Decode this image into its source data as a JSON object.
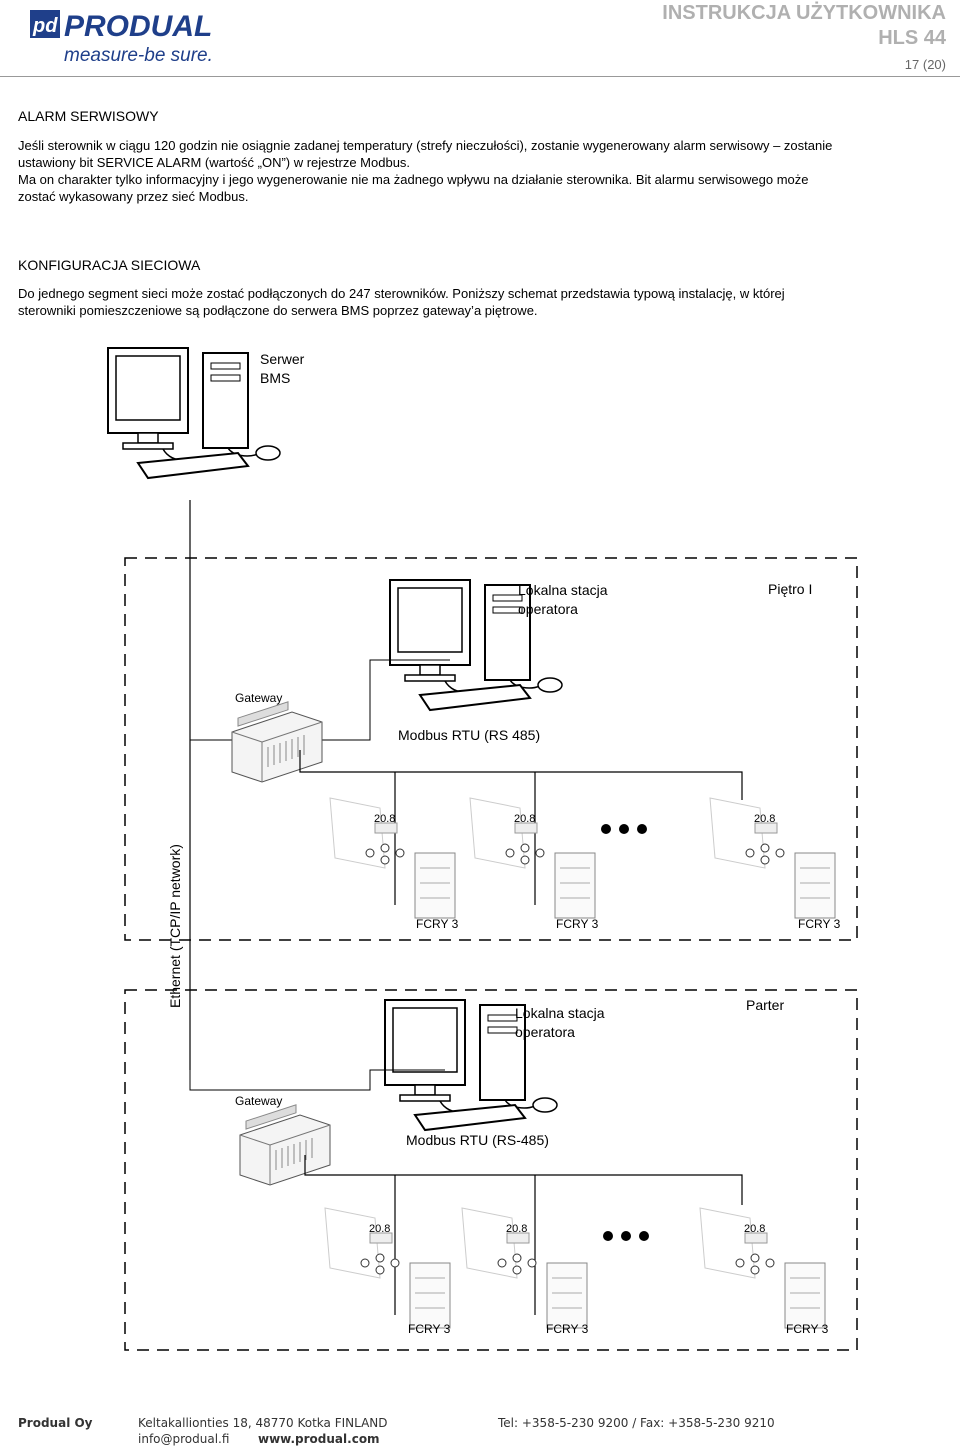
{
  "header": {
    "brand": "PRODUAL",
    "brand_mark": "pd",
    "tagline": "measure-be sure.",
    "title": "INSTRUKCJA UŻYTKOWNIKA",
    "model": "HLS 44",
    "page": "17 (20)"
  },
  "section_alarm": {
    "title": "ALARM SERWISOWY",
    "p1_line1": "Jeśli sterownik w ciągu 120 godzin nie osiągnie zadanej temperatury (strefy nieczułości), zostanie wygenerowany alarm serwisowy – zostanie",
    "p1_line2": "ustawiony bit SERVICE ALARM (wartość „ON”) w rejestrze Modbus.",
    "p2_line1": "Ma on charakter tylko informacyjny i jego wygenerowanie nie ma żadnego wpływu na działanie sterownika. Bit alarmu serwisowego może",
    "p2_line2": "zostać wykasowany przez sieć Modbus."
  },
  "section_network": {
    "title": "KONFIGURACJA SIECIOWA",
    "p1_line1": "Do jednego segment sieci może zostać podłączonych do 247 sterowników. Poniższy schemat przedstawia typową instalację, w której",
    "p1_line2": "sterowniki pomieszczeniowe są podłączone do serwera BMS poprzez gateway’a piętrowe."
  },
  "diagram": {
    "server_label_1": "Serwer",
    "server_label_2": "BMS",
    "ethernet_label": "Ethernet (TCP/IP network)",
    "floor1": {
      "station_label_1": "Lokalna stacja",
      "station_label_2": "operatora",
      "floor_label": "Piętro I",
      "gateway_label": "Gateway",
      "bus_label": "Modbus RTU (RS 485)",
      "device_labels": [
        "FCRY 3",
        "FCRY 3",
        "FCRY 3"
      ],
      "display_value": "20.8"
    },
    "floor0": {
      "station_label_1": "Lokalna stacja",
      "station_label_2": "operatora",
      "floor_label": "Parter",
      "gateway_label": "Gateway",
      "bus_label": "Modbus RTU (RS-485)",
      "device_labels": [
        "FCRY 3",
        "FCRY 3",
        "FCRY 3"
      ],
      "display_value": "20.8"
    }
  },
  "footer": {
    "company": "Produal Oy",
    "address": "Keltakallionties 18, 48770 Kotka FINLAND",
    "phone": "Tel: +358-5-230 9200 / Fax: +358-5-230 9210",
    "email": "info@produal.fi",
    "web": "www.produal.com"
  }
}
